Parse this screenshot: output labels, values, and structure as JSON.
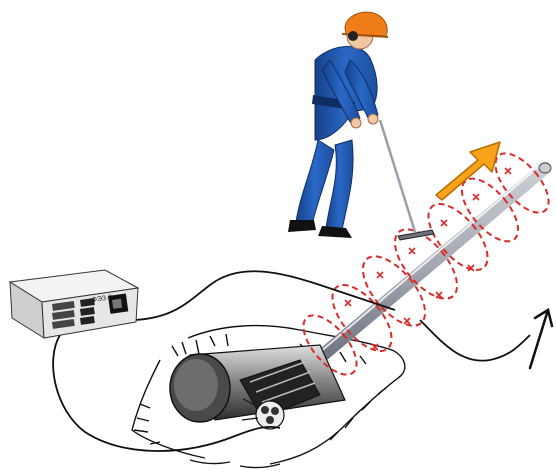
{
  "illustration": {
    "subject": "cable-route-locating",
    "elements": [
      "worker-with-locator",
      "generator-unit",
      "connection-wire",
      "buried-cable",
      "magnetic-field-rings",
      "direction-arrow",
      "ground-rod",
      "trench-excavation"
    ]
  },
  "generator_unit": {
    "labels": [
      "ФЭЗ·0",
      "",
      "",
      ""
    ]
  },
  "colors": {
    "worker_suit": "#2a68c7",
    "worker_suit_dark": "#17418a",
    "helmet": "#f07d1a",
    "arrow_fill": "#f6a21a",
    "arrow_stroke": "#b86f00",
    "field_rings": "#d92b2b",
    "cable_light": "#d9dde4",
    "cable_dark": "#2a2a2a",
    "generator_body": "#e6e6e6",
    "wire": "#111111"
  }
}
